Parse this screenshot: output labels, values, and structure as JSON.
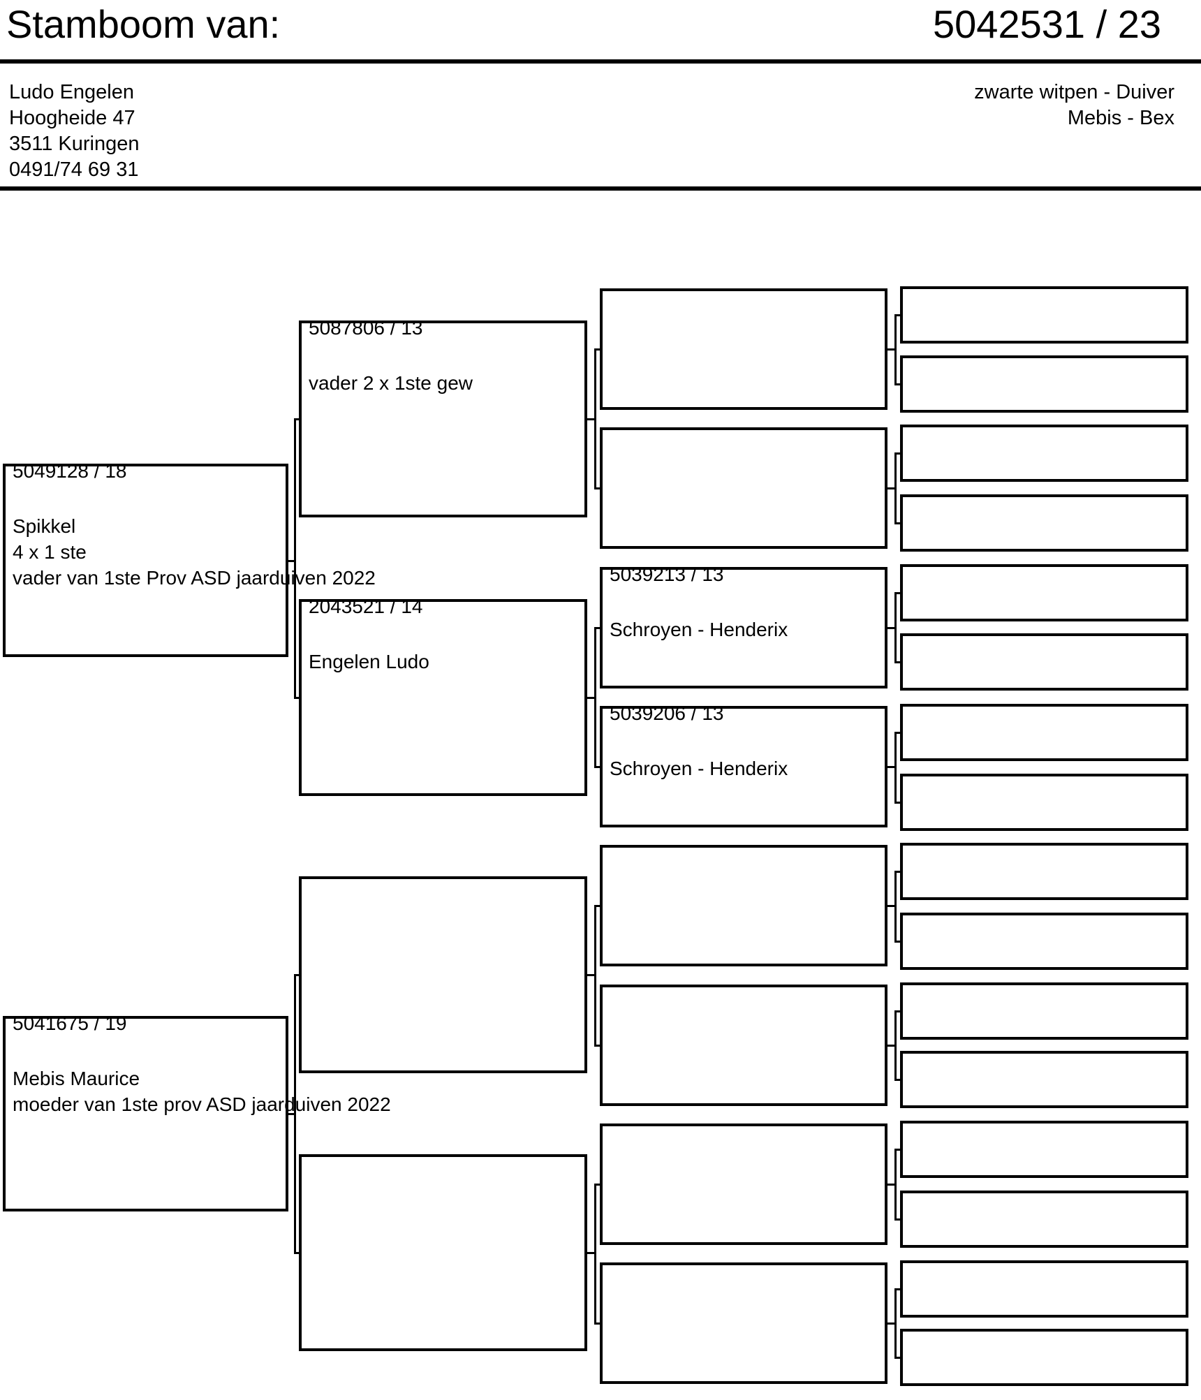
{
  "page": {
    "background": "#ffffff",
    "ink": "#000000"
  },
  "header": {
    "title": "Stamboom van:",
    "ring_number": "5042531 / 23",
    "owner": {
      "name": "Ludo Engelen",
      "street": "Hoogheide 47",
      "city": "3511 Kuringen",
      "phone": "0491/74 69 31"
    },
    "bird": {
      "description": "zwarte witpen - Duiver",
      "strain": "Mebis - Bex"
    }
  },
  "tree": {
    "gen1": [
      {
        "id": "5049128 / 18",
        "lines": [
          "Spikkel",
          "4 x 1 ste",
          "vader van 1ste Prov ASD jaarduiven 2022"
        ]
      },
      {
        "id": "5041675 / 19",
        "lines": [
          "Mebis Maurice",
          "moeder van 1ste prov ASD jaarduiven 2022"
        ]
      }
    ],
    "gen2": [
      {
        "id": "5087806 / 13",
        "lines": [
          "vader 2 x 1ste gew"
        ]
      },
      {
        "id": "2043521 / 14",
        "lines": [
          "Engelen Ludo"
        ]
      },
      {
        "id": "",
        "lines": []
      },
      {
        "id": "",
        "lines": []
      }
    ],
    "gen3": [
      {
        "id": "",
        "lines": []
      },
      {
        "id": "",
        "lines": []
      },
      {
        "id": "5039213 / 13",
        "lines": [
          "Schroyen - Henderix"
        ]
      },
      {
        "id": "5039206 / 13",
        "lines": [
          "Schroyen - Henderix"
        ]
      },
      {
        "id": "",
        "lines": []
      },
      {
        "id": "",
        "lines": []
      },
      {
        "id": "",
        "lines": []
      },
      {
        "id": "",
        "lines": []
      }
    ],
    "gen4": [
      {
        "id": "",
        "lines": []
      },
      {
        "id": "",
        "lines": []
      },
      {
        "id": "",
        "lines": []
      },
      {
        "id": "",
        "lines": []
      },
      {
        "id": "",
        "lines": []
      },
      {
        "id": "",
        "lines": []
      },
      {
        "id": "",
        "lines": []
      },
      {
        "id": "",
        "lines": []
      },
      {
        "id": "",
        "lines": []
      },
      {
        "id": "",
        "lines": []
      },
      {
        "id": "",
        "lines": []
      },
      {
        "id": "",
        "lines": []
      },
      {
        "id": "",
        "lines": []
      },
      {
        "id": "",
        "lines": []
      },
      {
        "id": "",
        "lines": []
      },
      {
        "id": "",
        "lines": []
      }
    ]
  }
}
